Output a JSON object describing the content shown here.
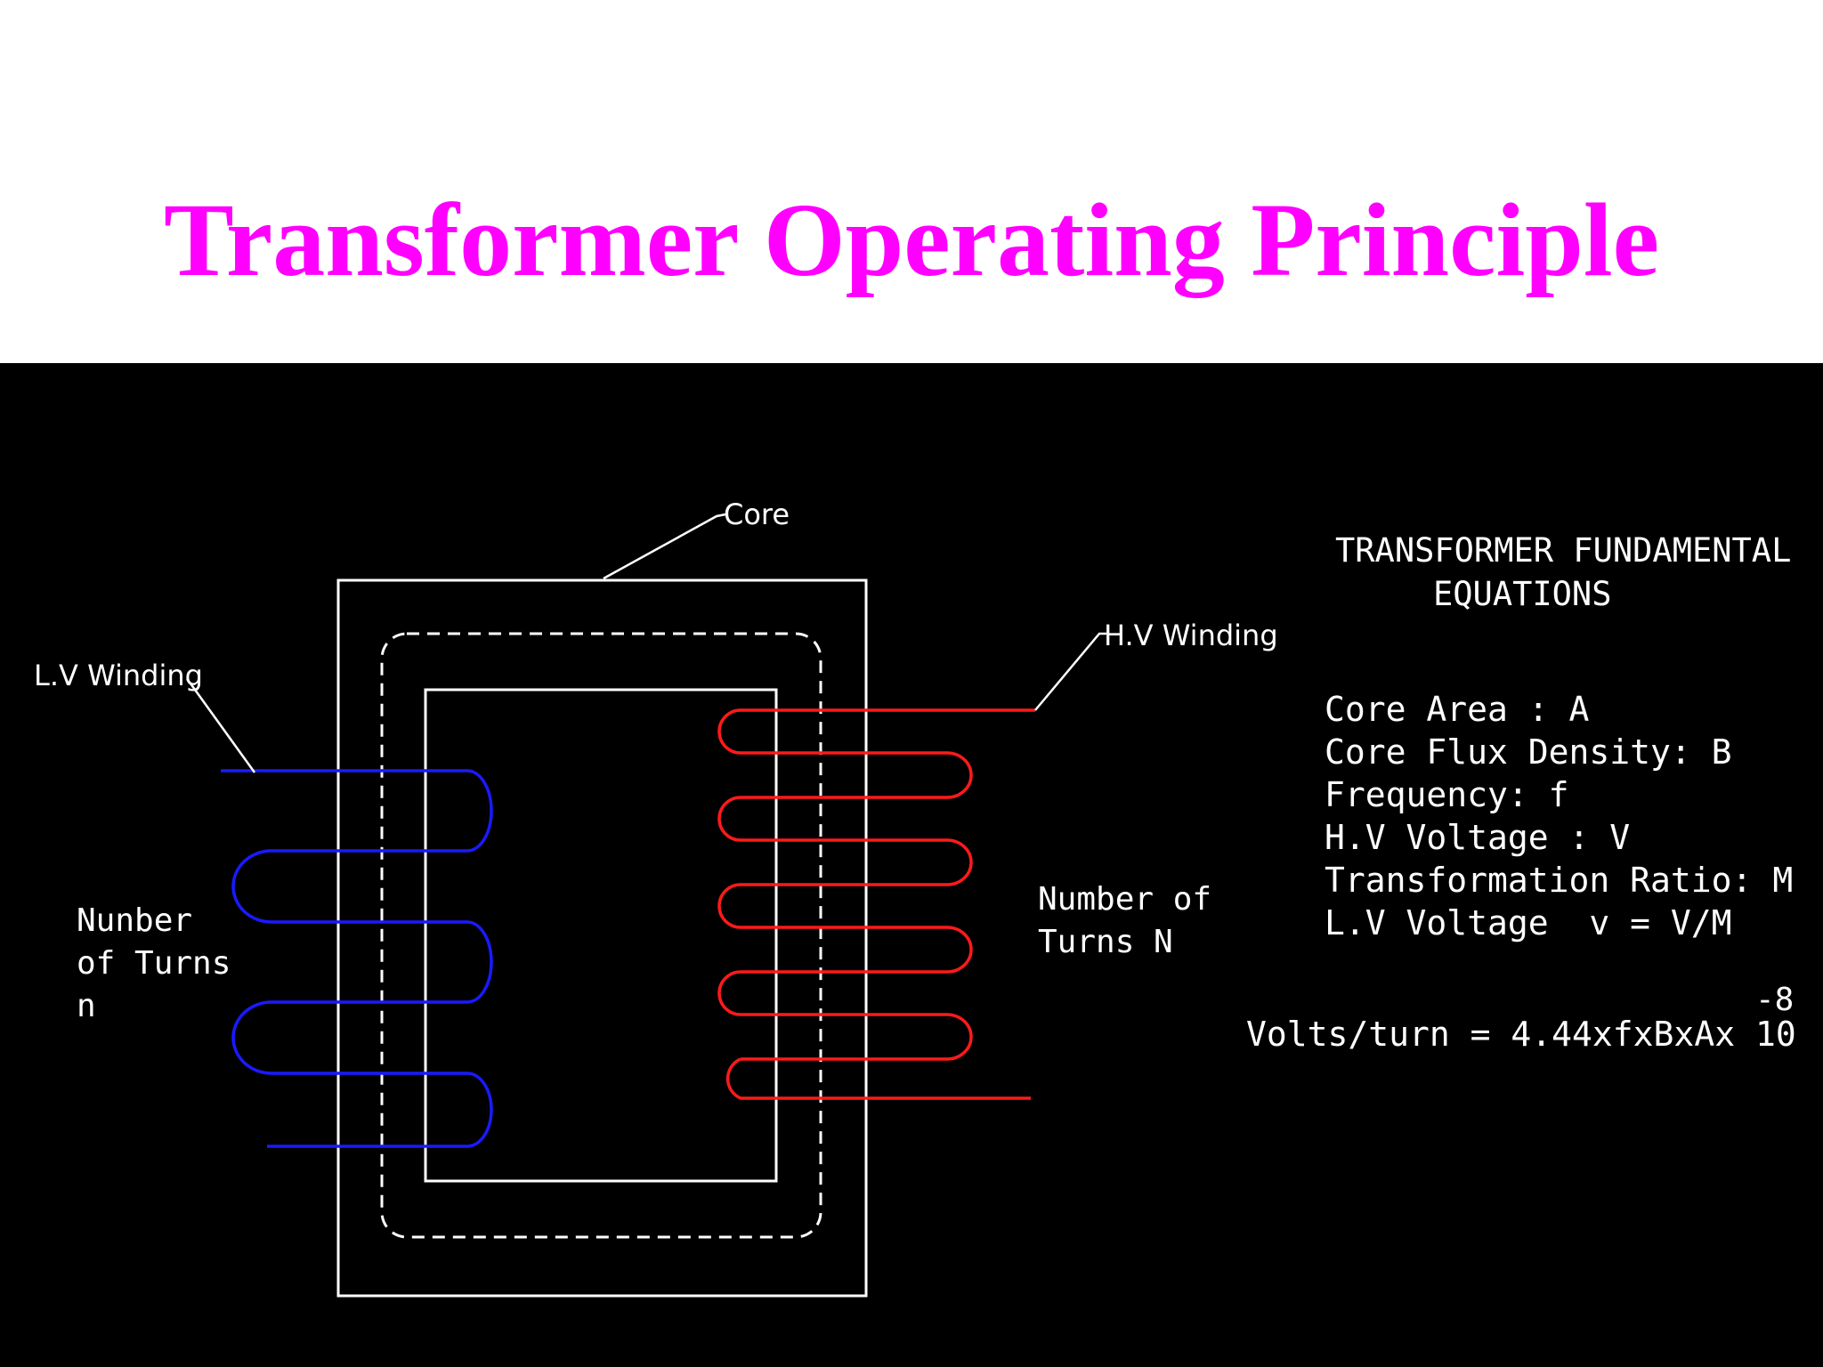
{
  "title": "Transformer Operating Principle",
  "colors": {
    "title": "#ff00ff",
    "background_top": "#ffffff",
    "diagram_background": "#000000",
    "lv_winding": "#1a1aff",
    "hv_winding": "#ff1a1a",
    "core_lines": "#ffffff"
  },
  "diagram": {
    "labels": {
      "core": "Core",
      "lv_winding": "L.V Winding",
      "hv_winding": "H.V Winding",
      "lv_turns_1": "Nunber",
      "lv_turns_2": "of Turns",
      "lv_turns_3": "n",
      "hv_turns_1": "Number of",
      "hv_turns_2": "Turns N"
    },
    "equations": {
      "heading_1": "TRANSFORMER FUNDAMENTAL",
      "heading_2": "EQUATIONS",
      "lines": [
        "Core Area : A",
        "Core Flux Density: B",
        "Frequency: f",
        "H.V Voltage : V",
        "Transformation Ratio: M",
        "L.V Voltage  v = V/M"
      ],
      "formula": "Volts/turn = 4.44xfxBxAx 10",
      "exponent": "-8"
    }
  }
}
